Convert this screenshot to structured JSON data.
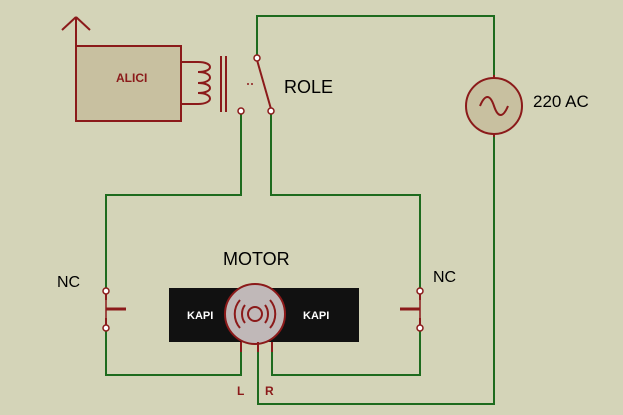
{
  "colors": {
    "background": "#d4d4b8",
    "wire": "#1e6b1e",
    "component": "#8b1a1a",
    "receiver_fill": "#c8c0a0",
    "source_fill": "#c8c0a0",
    "motor_body": "#111111",
    "motor_rotor": "#c0b8b8"
  },
  "receiver": {
    "label": "ALICI"
  },
  "relay": {
    "label": "ROLE"
  },
  "source": {
    "label": "220 AC"
  },
  "motor": {
    "label": "MOTOR",
    "left_label": "KAPI",
    "right_label": "KAPI",
    "terminal_left": "L",
    "terminal_right": "R"
  },
  "switches": {
    "left": "NC",
    "right": "NC"
  }
}
